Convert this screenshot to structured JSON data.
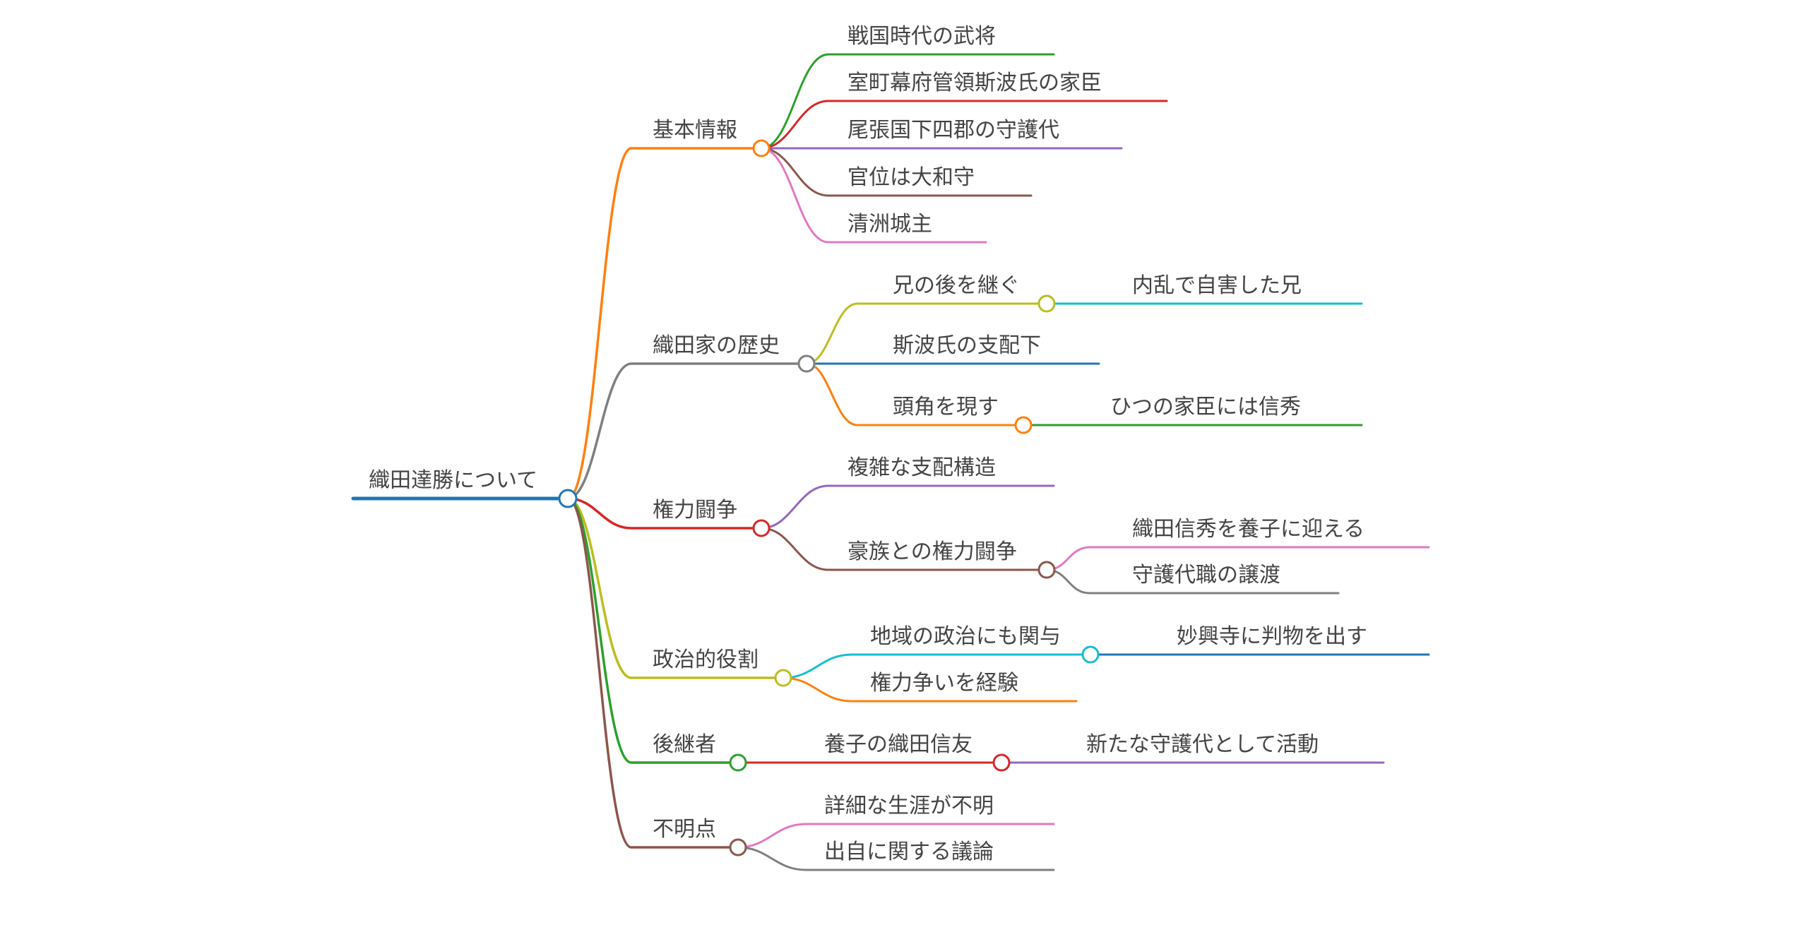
{
  "root": {
    "label": "織田達勝について",
    "color": "#1f77b4"
  },
  "branches": [
    {
      "label": "基本情報",
      "color": "#ff7f0e",
      "children": [
        {
          "label": "戦国時代の武将",
          "color": "#2ca02c"
        },
        {
          "label": "室町幕府管領斯波氏の家臣",
          "color": "#d62728"
        },
        {
          "label": "尾張国下四郡の守護代",
          "color": "#9467bd"
        },
        {
          "label": "官位は大和守",
          "color": "#8c564b"
        },
        {
          "label": "清洲城主",
          "color": "#e377c2"
        }
      ]
    },
    {
      "label": "織田家の歴史",
      "color": "#7f7f7f",
      "children": [
        {
          "label": "兄の後を継ぐ",
          "color": "#bcbd22",
          "children": [
            {
              "label": "内乱で自害した兄",
              "color": "#17becf"
            }
          ]
        },
        {
          "label": "斯波氏の支配下",
          "color": "#1f77b4"
        },
        {
          "label": "頭角を現す",
          "color": "#ff7f0e",
          "children": [
            {
              "label": "ひつの家臣には信秀",
              "color": "#2ca02c"
            }
          ]
        }
      ]
    },
    {
      "label": "権力闘争",
      "color": "#d62728",
      "children": [
        {
          "label": "複雑な支配構造",
          "color": "#9467bd"
        },
        {
          "label": "豪族との権力闘争",
          "color": "#8c564b",
          "children": [
            {
              "label": "織田信秀を養子に迎える",
              "color": "#e377c2"
            },
            {
              "label": "守護代職の譲渡",
              "color": "#7f7f7f"
            }
          ]
        }
      ]
    },
    {
      "label": "政治的役割",
      "color": "#bcbd22",
      "children": [
        {
          "label": "地域の政治にも関与",
          "color": "#17becf",
          "children": [
            {
              "label": "妙興寺に判物を出す",
              "color": "#1f77b4"
            }
          ]
        },
        {
          "label": "権力争いを経験",
          "color": "#ff7f0e"
        }
      ]
    },
    {
      "label": "後継者",
      "color": "#2ca02c",
      "children": [
        {
          "label": "養子の織田信友",
          "color": "#d62728",
          "children": [
            {
              "label": "新たな守護代として活動",
              "color": "#9467bd"
            }
          ]
        }
      ]
    },
    {
      "label": "不明点",
      "color": "#8c564b",
      "children": [
        {
          "label": "詳細な生涯が不明",
          "color": "#e377c2"
        },
        {
          "label": "出自に関する議論",
          "color": "#7f7f7f"
        }
      ]
    }
  ]
}
